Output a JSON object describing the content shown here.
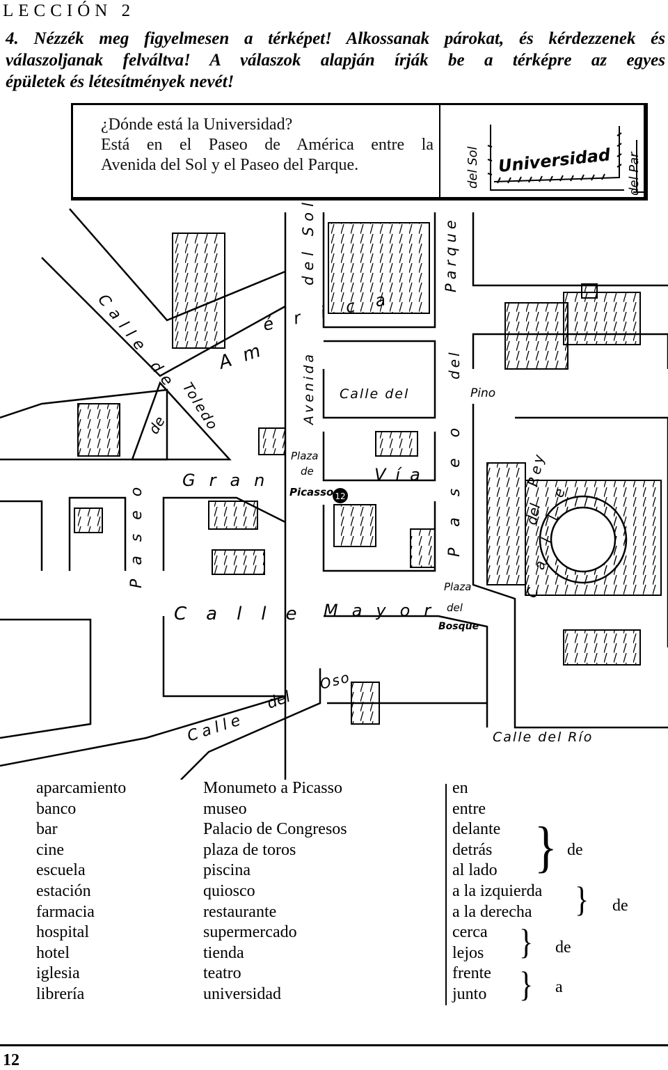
{
  "header": {
    "lesson": "LECCIÓN 2"
  },
  "exercise": {
    "lines": [
      "4. Nézzék meg figyelmesen a térképet! Alkossanak párokat, és kérdezzenek és",
      "válaszoljanak felváltva! A válaszok alapján írják be a térképre az egyes",
      "épületek és létesítmények nevét!"
    ]
  },
  "example": {
    "question": "¿Dónde está la Universidad?",
    "answer_line1": "Está en el Paseo de América entre la",
    "answer_line2": "Avenida del Sol y el Paseo del Parque.",
    "sketch_labels": {
      "left_street": "del Sol",
      "building": "Universidad",
      "right_street": "del Par"
    }
  },
  "map_labels": {
    "calle_de_toledo_a": "Calle de",
    "calle_de_toledo_b": "Toledo",
    "paseo_de_america_a": "Am",
    "paseo_de_america_b": "érica",
    "avenida_del_sol_a": "Avenida",
    "avenida_del_sol_b": "del Sol",
    "paseo_del_parque_a": "Parque",
    "paseo_del_parque_b": "del",
    "paseo_del_parque_c": "Paseo",
    "calle_del_pino_a": "Calle del",
    "calle_del_pino_b": "Pino",
    "gran_via_a": "Gran",
    "gran_via_b": "Vía",
    "paseo_de_a": "de",
    "paseo_de_b": "Paseo",
    "plaza_picasso_1": "Plaza",
    "plaza_picasso_2": "de",
    "plaza_picasso_3": "Picasso",
    "plaza_picasso_mark": "12",
    "calle_mayor_a": "Calle",
    "calle_mayor_b": "Mayor",
    "plaza_bosque_1": "Plaza",
    "plaza_bosque_2": "del",
    "plaza_bosque_3": "Bosque",
    "calle_del_rey_a": "del",
    "calle_del_rey_b": "Rey",
    "calle_del_oso_a": "Oso",
    "calle_del_oso_b": "del",
    "calle_del_oso_c": "Calle",
    "calle_del_rio": "Calle del Río",
    "vertical_calle": "Calle"
  },
  "vocab": {
    "col1": [
      "aparcamiento",
      "banco",
      "bar",
      "cine",
      "escuela",
      "estación",
      "farmacia",
      "hospital",
      "hotel",
      "iglesia",
      "librería"
    ],
    "col2": [
      "Monumeto a Picasso",
      "museo",
      "Palacio de Congresos",
      "plaza de toros",
      "piscina",
      "quiosco",
      "restaurante",
      "supermercado",
      "tienda",
      "teatro",
      "universidad"
    ],
    "col3": [
      "en",
      "entre",
      "delante",
      "detrás",
      "al lado",
      "a la izquierda",
      "a la derecha",
      "cerca",
      "lejos",
      "frente",
      "junto"
    ],
    "brace_labels": [
      "de",
      "de",
      "de",
      "a"
    ]
  },
  "footer": {
    "page_number": "12"
  }
}
